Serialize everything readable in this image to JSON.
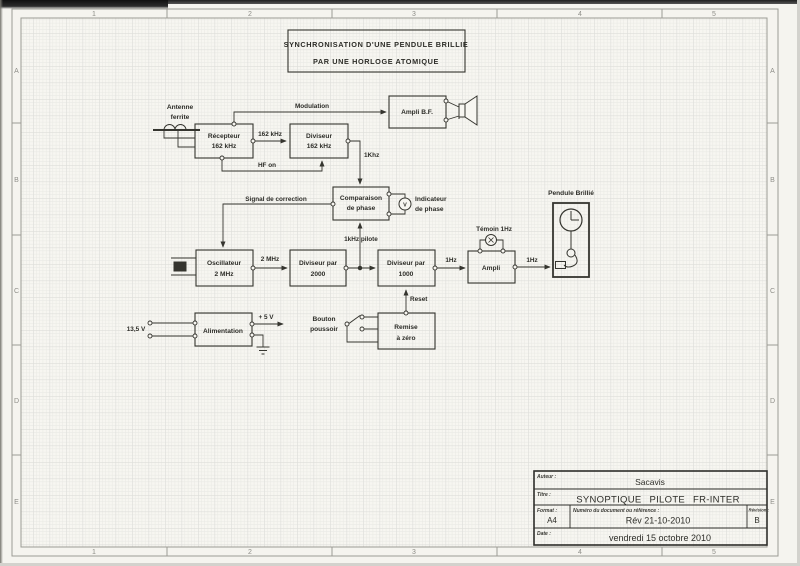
{
  "frame": {
    "cols": [
      "1",
      "2",
      "3",
      "4",
      "5"
    ],
    "rows": [
      "A",
      "B",
      "C",
      "D",
      "E"
    ]
  },
  "diagram": {
    "title1": "SYNCHRONISATION D'UNE PENDULE BRILLIE",
    "title2": "PAR UNE HORLOGE ATOMIQUE",
    "antenne1": "Antenne",
    "antenne2": "ferrite",
    "recepteur1": "Récepteur",
    "recepteur2": "162 kHz",
    "khz162": "162 kHz",
    "diviseur1": "Diviseur",
    "diviseur2": "162 kHz",
    "modulation": "Modulation",
    "hfon": "HF on",
    "ampli_bf": "Ampli B.F.",
    "khz1": "1Khz",
    "comparaison1": "Comparaison",
    "comparaison2": "de phase",
    "vmeter": "V",
    "indicateur1": "Indicateur",
    "indicateur2": "de phase",
    "signal_correction": "Signal de correction",
    "khz1_pilote": "1kHz pilote",
    "oscillateur1": "Oscillateur",
    "oscillateur2": "2 MHz",
    "mhz2": "2 MHz",
    "div2000_1": "Diviseur par",
    "div2000_2": "2000",
    "div1000_1": "Diviseur par",
    "div1000_2": "1000",
    "hz1_a": "1Hz",
    "temoin": "Témoin 1Hz",
    "ampli": "Ampli",
    "hz1_b": "1Hz",
    "pendule": "Pendule Brillié",
    "reset": "Reset",
    "remise1": "Remise",
    "remise2": "à zéro",
    "bouton1": "Bouton",
    "bouton2": "poussoir",
    "alimentation": "Alimentation",
    "v135": "13,5 V",
    "plus5v": "+ 5 V"
  },
  "cartouche": {
    "auteur_label": "Auteur :",
    "auteur": "Sacavis",
    "titre_label": "Titre :",
    "titre": "SYNOPTIQUE PILOTE FR-INTER",
    "format_label": "Format :",
    "format": "A4",
    "numero_label": "Numéro du document ou référence :",
    "numero": "Rév 21-10-2010",
    "revision_label": "Révision :",
    "revision": "B",
    "date_label": "Date :",
    "date": "vendredi 15 octobre 2010"
  }
}
